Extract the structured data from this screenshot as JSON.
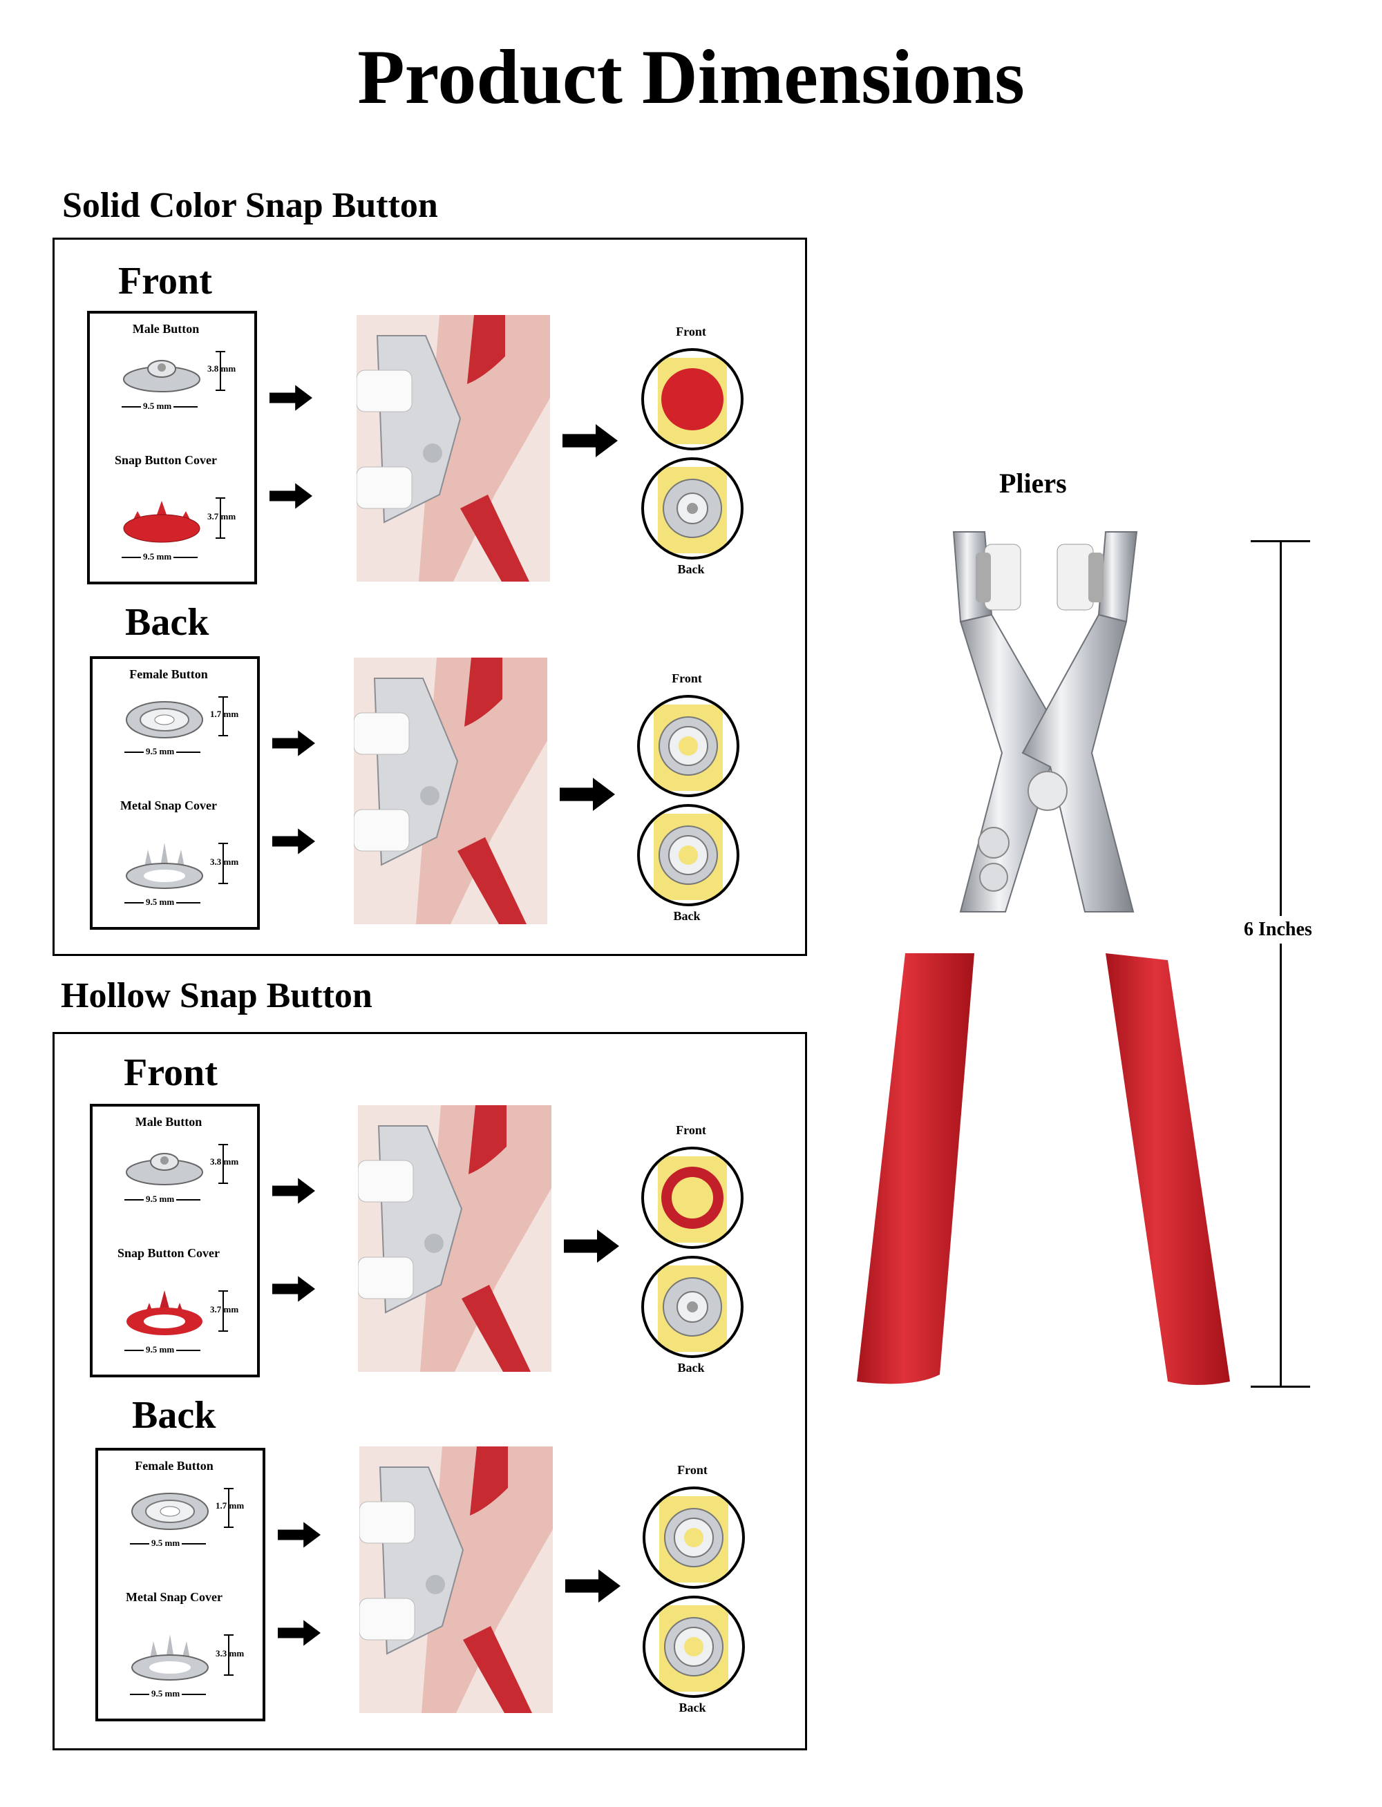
{
  "title": "Product Dimensions",
  "sections": [
    {
      "heading": "Solid Color Snap Button",
      "front": {
        "label": "Front",
        "top_item": {
          "name": "Male Button",
          "height": "3.8 mm",
          "width": "9.5 mm"
        },
        "bottom_item": {
          "name": "Snap Button Cover",
          "height": "3.7 mm",
          "width": "9.5 mm"
        },
        "result_top_label": "Front",
        "result_bottom_label": "Back"
      },
      "back": {
        "label": "Back",
        "top_item": {
          "name": "Female Button",
          "height": "1.7 mm",
          "width": "9.5 mm"
        },
        "bottom_item": {
          "name": "Metal Snap Cover",
          "height": "3.3 mm",
          "width": "9.5 mm"
        },
        "result_top_label": "Front",
        "result_bottom_label": "Back"
      }
    },
    {
      "heading": "Hollow Snap Button",
      "front": {
        "label": "Front",
        "top_item": {
          "name": "Male Button",
          "height": "3.8 mm",
          "width": "9.5 mm"
        },
        "bottom_item": {
          "name": "Snap Button Cover",
          "height": "3.7 mm",
          "width": "9.5 mm"
        },
        "result_top_label": "Front",
        "result_bottom_label": "Back"
      },
      "back": {
        "label": "Back",
        "top_item": {
          "name": "Female Button",
          "height": "1.7 mm",
          "width": "9.5 mm"
        },
        "bottom_item": {
          "name": "Metal Snap Cover",
          "height": "3.3 mm",
          "width": "9.5 mm"
        },
        "result_top_label": "Front",
        "result_bottom_label": "Back"
      }
    }
  ],
  "pliers": {
    "label": "Pliers",
    "length": "6 Inches"
  },
  "colors": {
    "accent_red": "#d2232a",
    "silver": "#c9ccd1",
    "yellow": "#f4e27a"
  }
}
